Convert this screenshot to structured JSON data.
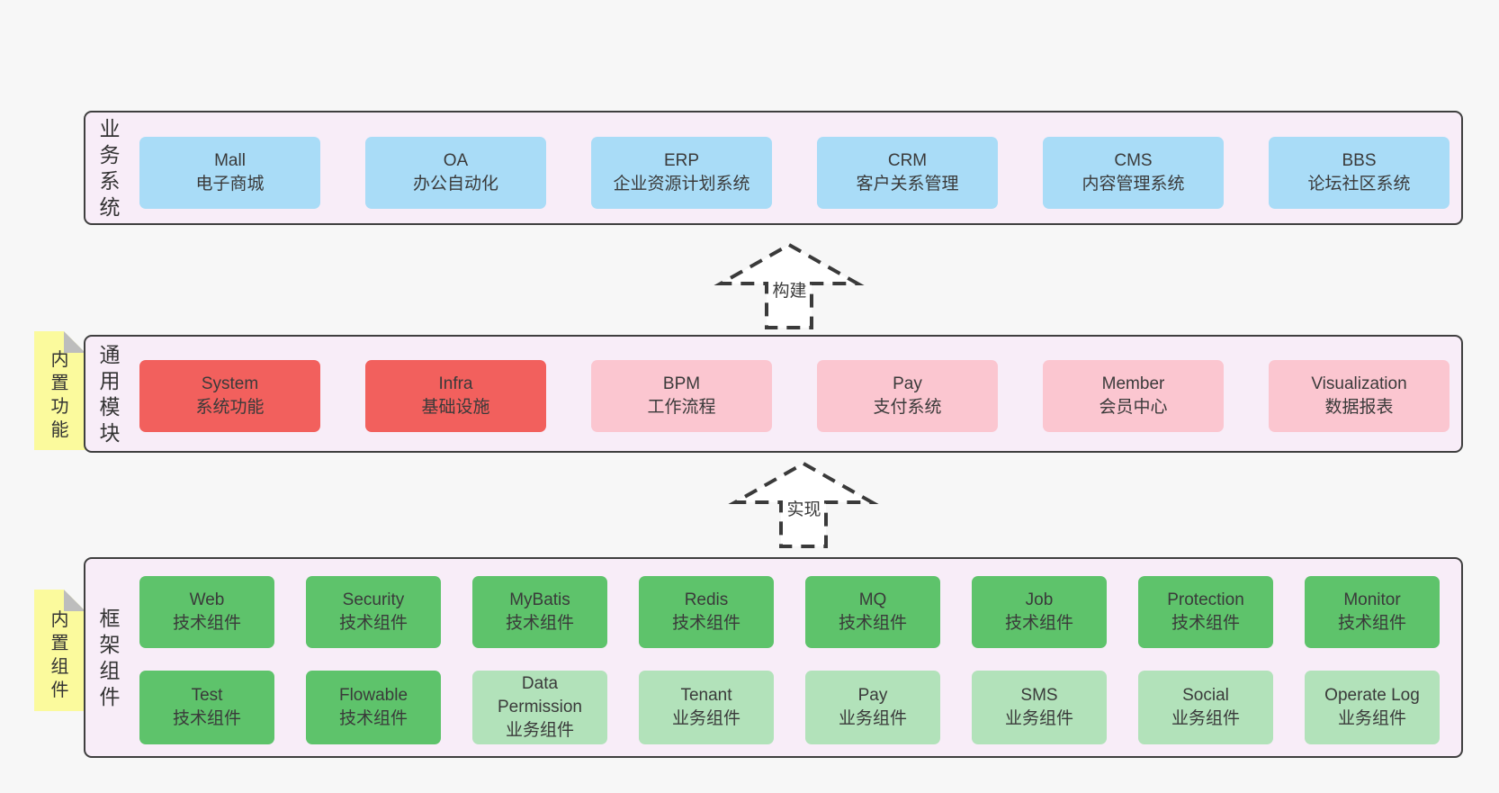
{
  "colors": {
    "page_bg": "#f7f7f7",
    "band_bg": "#f8edf8",
    "band_border": "#3f3f3f",
    "sticky_bg": "#fbfa9d",
    "sticky_fold": "#bdbdbd",
    "arrow_stroke": "#3a3a3a",
    "text": "#3a3a3a",
    "box": {
      "blue": "#a9dcf7",
      "red": "#f2605d",
      "pink": "#fbc6d0",
      "green": "#5ec36b",
      "green_light": "#b2e2ba"
    }
  },
  "arrows": [
    {
      "label": "构建"
    },
    {
      "label": "实现"
    }
  ],
  "bands": [
    {
      "side_label": "业务系统",
      "sticky": null,
      "rows": [
        [
          {
            "title": "Mall",
            "subtitle": "电子商城",
            "style": "blue"
          },
          {
            "title": "OA",
            "subtitle": "办公自动化",
            "style": "blue"
          },
          {
            "title": "ERP",
            "subtitle": "企业资源计划系统",
            "style": "blue"
          },
          {
            "title": "CRM",
            "subtitle": "客户关系管理",
            "style": "blue"
          },
          {
            "title": "CMS",
            "subtitle": "内容管理系统",
            "style": "blue"
          },
          {
            "title": "BBS",
            "subtitle": "论坛社区系统",
            "style": "blue"
          }
        ]
      ]
    },
    {
      "side_label": "通用模块",
      "sticky": "内置功能",
      "rows": [
        [
          {
            "title": "System",
            "subtitle": "系统功能",
            "style": "red"
          },
          {
            "title": "Infra",
            "subtitle": "基础设施",
            "style": "red"
          },
          {
            "title": "BPM",
            "subtitle": "工作流程",
            "style": "pink"
          },
          {
            "title": "Pay",
            "subtitle": "支付系统",
            "style": "pink"
          },
          {
            "title": "Member",
            "subtitle": "会员中心",
            "style": "pink"
          },
          {
            "title": "Visualization",
            "subtitle": "数据报表",
            "style": "pink"
          }
        ]
      ]
    },
    {
      "side_label": "框架组件",
      "sticky": "内置组件",
      "rows": [
        [
          {
            "title": "Web",
            "subtitle": "技术组件",
            "style": "green"
          },
          {
            "title": "Security",
            "subtitle": "技术组件",
            "style": "green"
          },
          {
            "title": "MyBatis",
            "subtitle": "技术组件",
            "style": "green"
          },
          {
            "title": "Redis",
            "subtitle": "技术组件",
            "style": "green"
          },
          {
            "title": "MQ",
            "subtitle": "技术组件",
            "style": "green"
          },
          {
            "title": "Job",
            "subtitle": "技术组件",
            "style": "green"
          },
          {
            "title": "Protection",
            "subtitle": "技术组件",
            "style": "green"
          },
          {
            "title": "Monitor",
            "subtitle": "技术组件",
            "style": "green"
          }
        ],
        [
          {
            "title": "Test",
            "subtitle": "技术组件",
            "style": "green"
          },
          {
            "title": "Flowable",
            "subtitle": "技术组件",
            "style": "green"
          },
          {
            "title": "Data Permission",
            "subtitle": "业务组件",
            "style": "green_light"
          },
          {
            "title": "Tenant",
            "subtitle": "业务组件",
            "style": "green_light"
          },
          {
            "title": "Pay",
            "subtitle": "业务组件",
            "style": "green_light"
          },
          {
            "title": "SMS",
            "subtitle": "业务组件",
            "style": "green_light"
          },
          {
            "title": "Social",
            "subtitle": "业务组件",
            "style": "green_light"
          },
          {
            "title": "Operate Log",
            "subtitle": "业务组件",
            "style": "green_light"
          }
        ]
      ]
    }
  ]
}
